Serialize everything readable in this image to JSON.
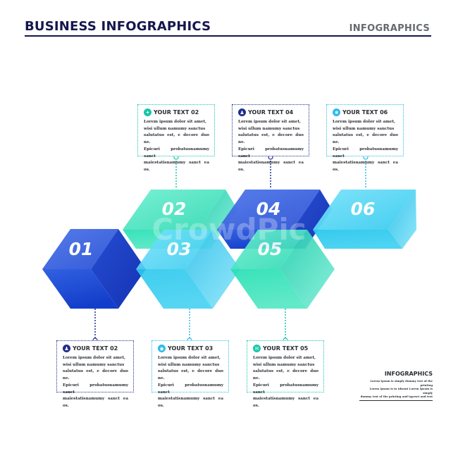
{
  "header": {
    "title": "BUSINESS INFOGRAPHICS",
    "subtitle": "INFOGRAPHICS"
  },
  "colors": {
    "navy": "#15174d",
    "royal_blue": "#1f2d8e",
    "teal": "#18c6a9",
    "sky_blue": "#2bbbe8"
  },
  "cubes": [
    {
      "label": "01",
      "color": "royal-blue"
    },
    {
      "label": "02",
      "color": "teal"
    },
    {
      "label": "03",
      "color": "sky-blue"
    },
    {
      "label": "04",
      "color": "royal-blue"
    },
    {
      "label": "05",
      "color": "teal"
    },
    {
      "label": "06",
      "color": "sky-blue"
    }
  ],
  "textboxes": [
    {
      "title": "YOUR TEXT 02",
      "icon": "sparkle-icon",
      "body": "Lorem ipsum dolor sit amet,\nwisi ullum namumy sanctus\nsalutatus est, e decore duo ne.\nEpicuri probatusnamumy sanct\nmaiestatisnamumy sanct ea os."
    },
    {
      "title": "YOUR TEXT 04",
      "icon": "person-icon",
      "body": "Lorem ipsum dolor sit amet,\nwisi ullum namumy sanctus\nsalutatus est, e decore duo ne.\nEpicuri probatusnamumy sanct\nmaiestatisnamumy sanct ea os."
    },
    {
      "title": "YOUR TEXT 06",
      "icon": "leaf-icon",
      "body": "Lorem ipsum dolor sit amet,\nwisi ullum namumy sanctus\nsalutatus est, e decore duo ne.\nEpicuri probatusnamumy sanct\nmaiestatisnamumy sanct ea os."
    },
    {
      "title": "YOUR TEXT 02",
      "icon": "person-icon",
      "body": "Lorem ipsum dolor sit amet,\nwisi ullum namumy sanctus\nsalutatus est, e decore duo ne.\nEpicuri probatusnamumy sanct\nmaiestatisnamumy sanct ea os."
    },
    {
      "title": "YOUR TEXT 03",
      "icon": "globe-icon",
      "body": "Lorem ipsum dolor sit amet,\nwisi ullum namumy sanctus\nsalutatus est, e decore duo ne.\nEpicuri probatusnamumy sanct\nmaiestatisnamumy sanct ea os."
    },
    {
      "title": "YOUR TEXT 05",
      "icon": "chat-icon",
      "body": "Lorem ipsum dolor sit amet,\nwisi ullum namumy sanctus\nsalutatus est, e decore duo ne.\nEpicuri probatusnamumy sanct\nmaiestatisnamumy sanct ea os."
    }
  ],
  "corner": {
    "title": "INFOGRAPHICS",
    "text": "Lorem Ipsum is simply dummy text of the printing\nLorem Ipsum is in tdsomt Lorem Ipsum is simply\ndummy text of the printing and typeset and text"
  },
  "watermark": "CrowdPic"
}
